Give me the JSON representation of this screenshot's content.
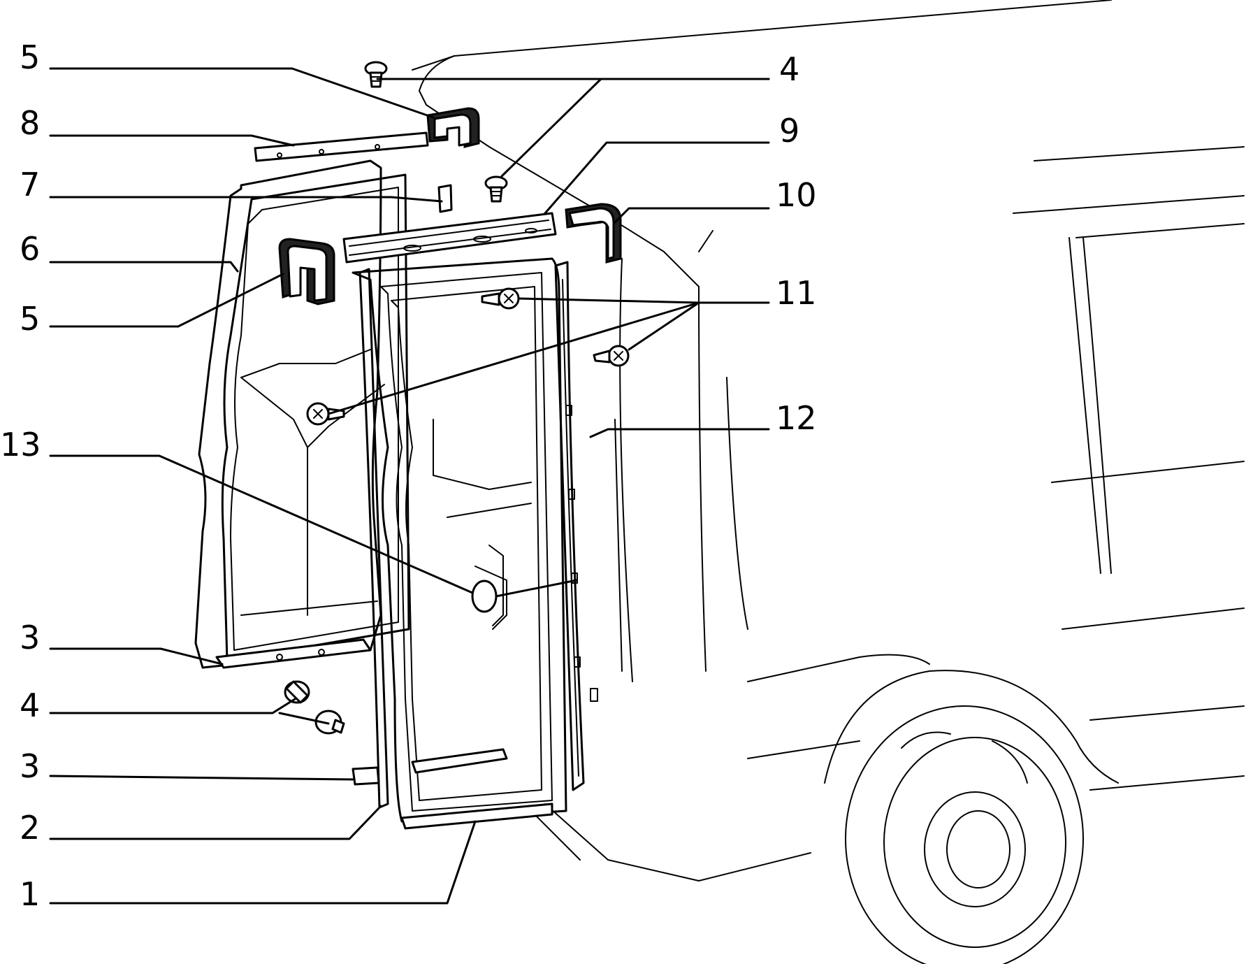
{
  "callouts": [
    "5",
    "4",
    "8",
    "9",
    "7",
    "10",
    "6",
    "11",
    "5",
    "12",
    "13",
    "3",
    "4",
    "3",
    "2",
    "1"
  ],
  "colors": {
    "line": "#000000",
    "background": "#ffffff"
  }
}
